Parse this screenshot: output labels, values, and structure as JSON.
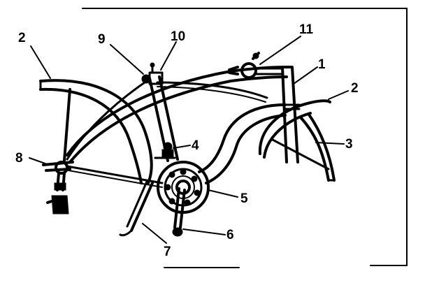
{
  "diagram": {
    "callouts": {
      "c1": "1",
      "c2_left": "2",
      "c2_right": "2",
      "c3": "3",
      "c4": "4",
      "c5": "5",
      "c6": "6",
      "c7": "7",
      "c8": "8",
      "c9": "9",
      "c10": "10",
      "c11": "11"
    }
  }
}
